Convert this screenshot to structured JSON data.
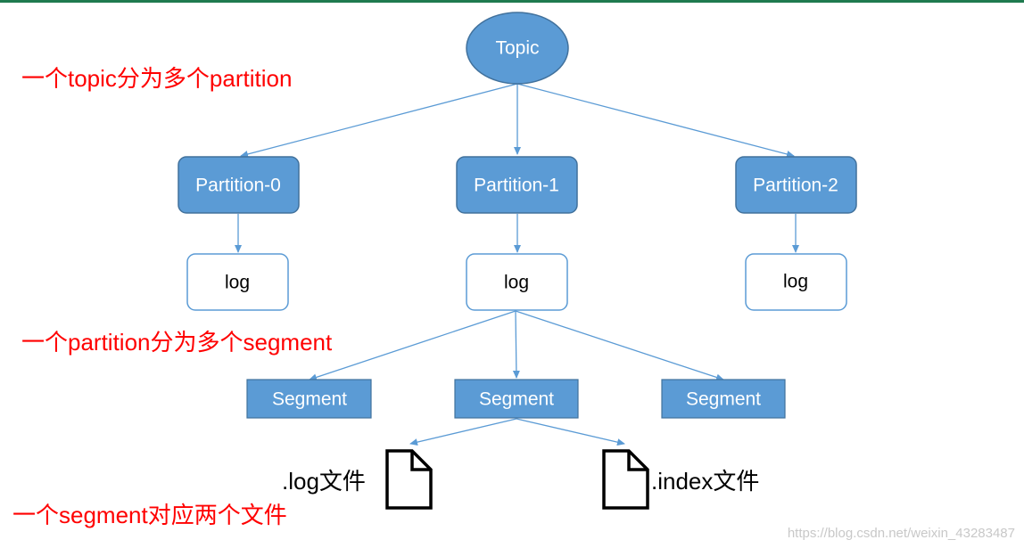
{
  "colors": {
    "fill": "#5b9bd5",
    "stroke": "#41719c",
    "arrow": "#5b9bd5",
    "annotation": "#ff0000",
    "top_rule": "#1f7a4f"
  },
  "topic": {
    "label": "Topic"
  },
  "partitions": [
    {
      "label": "Partition-0"
    },
    {
      "label": "Partition-1"
    },
    {
      "label": "Partition-2"
    }
  ],
  "logs": [
    {
      "label": "log"
    },
    {
      "label": "log"
    },
    {
      "label": "log"
    }
  ],
  "segments": [
    {
      "label": "Segment"
    },
    {
      "label": "Segment"
    },
    {
      "label": "Segment"
    }
  ],
  "files": {
    "log_file": {
      "label": ".log文件",
      "icon": "file-icon"
    },
    "index_file": {
      "label": ".index文件",
      "icon": "file-icon"
    }
  },
  "annotations": {
    "topic_partition": "一个topic分为多个partition",
    "partition_segment": "一个partition分为多个segment",
    "segment_files": "一个segment对应两个文件"
  },
  "watermark": "https://blog.csdn.net/weixin_43283487"
}
